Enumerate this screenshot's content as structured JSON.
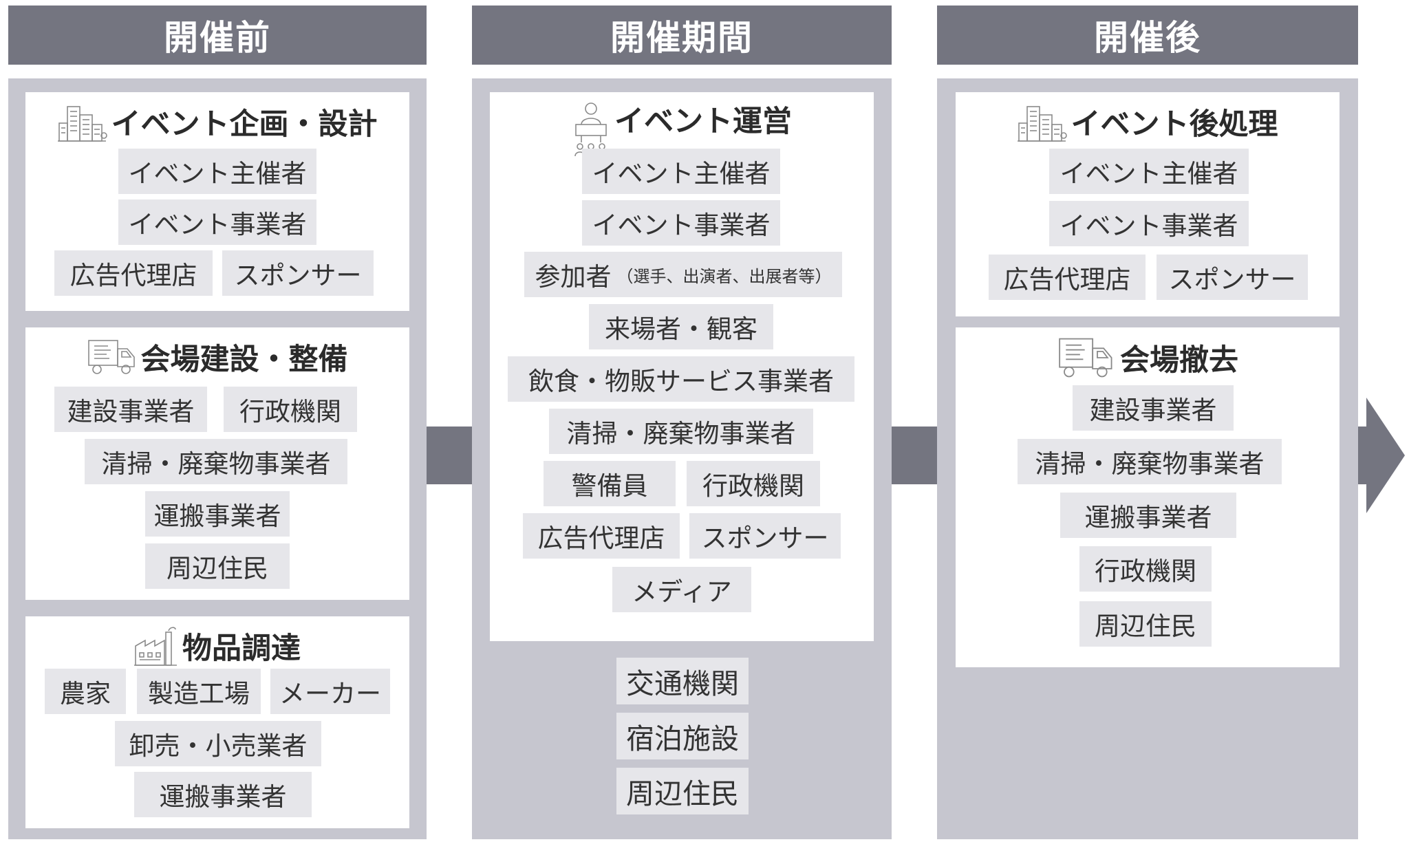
{
  "phases": [
    {
      "header": "開催前",
      "panels": [
        {
          "title": "イベント企画・設計",
          "icon": "office-building-icon",
          "tags": [
            "イベント主催者",
            "イベント事業者",
            "広告代理店",
            "スポンサー"
          ]
        },
        {
          "title": "会場建設・整備",
          "icon": "delivery-truck-icon",
          "tags": [
            "建設事業者",
            "行政機関",
            "清掃・廃棄物事業者",
            "運搬事業者",
            "周辺住民"
          ]
        },
        {
          "title": "物品調達",
          "icon": "factory-icon",
          "tags": [
            "農家",
            "製造工場",
            "メーカー",
            "卸売・小売業者",
            "運搬事業者"
          ]
        }
      ]
    },
    {
      "header": "開催期間",
      "panels": [
        {
          "title": "イベント運営",
          "icon": "presenter-podium-icon",
          "tags": [
            "イベント主催者",
            "イベント事業者",
            "参加者",
            "来場者・観客",
            "飲食・物販サービス事業者",
            "清掃・廃棄物事業者",
            "警備員",
            "行政機関",
            "広告代理店",
            "スポンサー",
            "メディア"
          ],
          "participant_note": "（選手、出演者、出展者等）"
        }
      ],
      "outside_tags": [
        "交通機関",
        "宿泊施設",
        "周辺住民"
      ]
    },
    {
      "header": "開催後",
      "panels": [
        {
          "title": "イベント後処理",
          "icon": "office-building-icon",
          "tags": [
            "イベント主催者",
            "イベント事業者",
            "広告代理店",
            "スポンサー"
          ]
        },
        {
          "title": "会場撤去",
          "icon": "delivery-truck-icon",
          "tags": [
            "建設事業者",
            "清掃・廃棄物事業者",
            "運搬事業者",
            "行政機関",
            "周辺住民"
          ]
        }
      ]
    }
  ],
  "colors": {
    "header_bg": "#747580",
    "column_bg": "#c6c6cf",
    "panel_bg": "#ffffff",
    "tag_bg": "#e6e6ea"
  }
}
